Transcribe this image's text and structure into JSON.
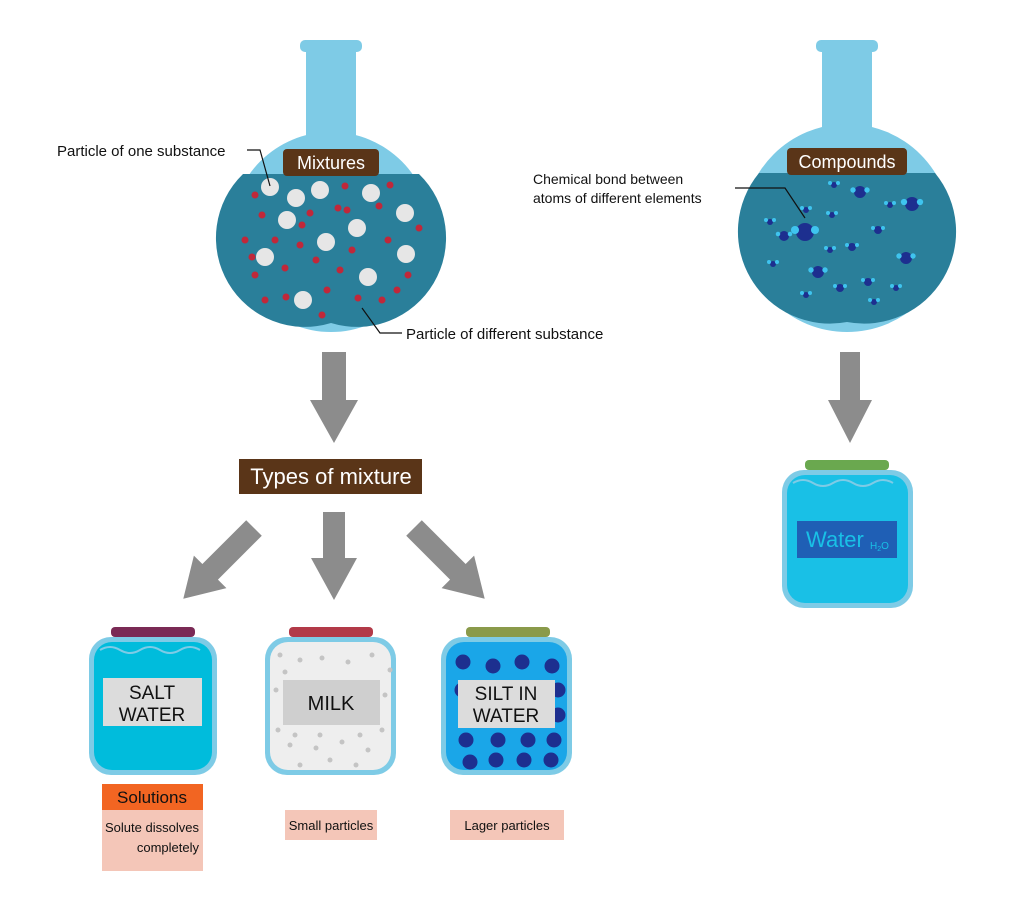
{
  "mixtures_flask": {
    "label": "Mixtures",
    "callout_particle_one": "Particle of one substance",
    "callout_particle_different": "Particle of different substance"
  },
  "compounds_flask": {
    "label": "Compounds",
    "callout_bond_line1": "Chemical bond between",
    "callout_bond_line2": "atoms of different elements"
  },
  "types_title": "Types of mixture",
  "jars": [
    {
      "line1": "SALT",
      "line2": "WATER",
      "lid_color": "#7a2a55",
      "body_color": "#00bcdc"
    },
    {
      "line1": "MILK",
      "line2": "",
      "lid_color": "#b23a48",
      "body_color": "#eeeeee"
    },
    {
      "line1": "SILT IN",
      "line2": "WATER",
      "lid_color": "#8a9a4a",
      "body_color": "#1aa6e8"
    }
  ],
  "captions": {
    "solutions_title": "Solutions",
    "solutions_desc_line1": "Solute dissolves",
    "solutions_desc_line2": "completely",
    "small_particles": "Small particles",
    "lager_particles": "Lager particles"
  },
  "water_jar": {
    "label": "Water",
    "formula_h": "H",
    "formula_sub": "2",
    "formula_o": "O",
    "lid_color": "#6aa84f",
    "body_color": "#19c0e6"
  },
  "colors": {
    "flask_light": "#7ecbe6",
    "flask_liquid": "#2a7f9a",
    "label_brown": "#5a3518",
    "arrow_gray": "#8c8c8c",
    "red_particle": "#c0283a",
    "white_particle": "#e6e6e6",
    "solutions_orange": "#f26522",
    "caption_pink": "#f4c6b8"
  }
}
